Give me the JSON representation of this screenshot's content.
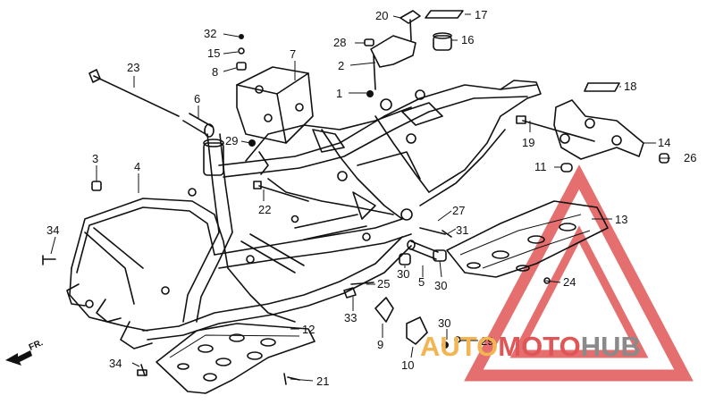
{
  "callouts": {
    "c1": "1",
    "c2": "2",
    "c3": "3",
    "c4": "4",
    "c5": "5",
    "c6": "6",
    "c7": "7",
    "c8": "8",
    "c9": "9",
    "c10": "10",
    "c11": "11",
    "c12": "12",
    "c13": "13",
    "c14": "14",
    "c15": "15",
    "c16": "16",
    "c17": "17",
    "c18": "18",
    "c19": "19",
    "c20": "20",
    "c21": "21",
    "c22": "22",
    "c23": "23",
    "c24": "24",
    "c25": "25",
    "c26": "26",
    "c27": "27",
    "c28": "28",
    "c29a": "29",
    "c29b": "29",
    "c30a": "30",
    "c30b": "30",
    "c30c": "30",
    "c31": "31",
    "c32": "32",
    "c33": "33",
    "c34a": "34",
    "c34b": "34"
  },
  "direction_label": "FR.",
  "watermark": {
    "part1": "AUTO",
    "part2": "MOTO",
    "part3": "HUB"
  },
  "colors": {
    "watermark_red": "#e05555",
    "watermark_orange": "#f2b552",
    "watermark_gray": "#8a8a8a",
    "line": "#111111"
  }
}
